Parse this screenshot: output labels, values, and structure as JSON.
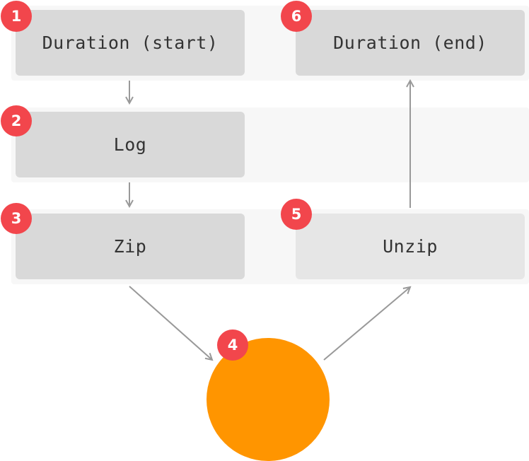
{
  "steps": [
    {
      "number": "1",
      "label": "Duration (start)"
    },
    {
      "number": "2",
      "label": "Log"
    },
    {
      "number": "3",
      "label": "Zip"
    },
    {
      "number": "4",
      "label": ""
    },
    {
      "number": "5",
      "label": "Unzip"
    },
    {
      "number": "6",
      "label": "Duration (end)"
    }
  ],
  "colors": {
    "badge": "#f2464c",
    "circle": "#ff9500",
    "box_dark": "#d9d9d9",
    "box_light": "#e6e6e6",
    "band": "#f7f7f7",
    "arrow": "#999999"
  }
}
